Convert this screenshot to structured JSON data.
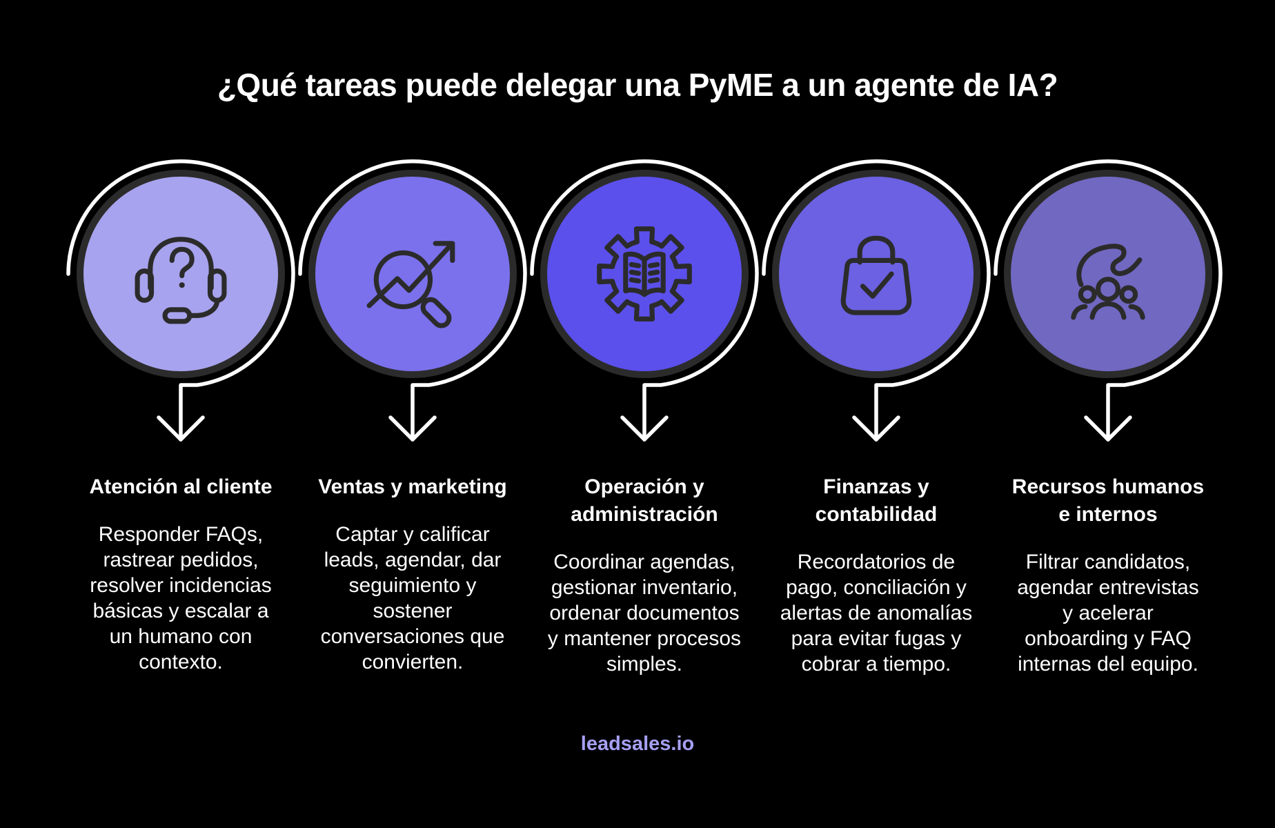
{
  "title": "¿Qué tareas puede delegar una PyME a un agente de IA?",
  "footer": {
    "brand": "leadsales.io"
  },
  "colors": {
    "background": "#000000",
    "title_text": "#ffffff",
    "body_text": "#ffffff",
    "outline_dark": "#2b2b2b",
    "decor_white": "#ffffff",
    "brand_text": "#a6a0f3"
  },
  "columns": [
    {
      "icon": "headset-question-icon",
      "circle_color": "#a8a3ee",
      "heading": "Atención al cliente",
      "description": "Responder FAQs,\nrastrear pedidos,\nresolver incidencias\nbásicas y escalar a\nun humano con\ncontexto."
    },
    {
      "icon": "search-trend-icon",
      "circle_color": "#7b71ec",
      "heading": "Ventas y marketing",
      "description": "Captar y calificar\nleads, agendar, dar\nseguimiento y\nsostener\nconversaciones que\nconvierten."
    },
    {
      "icon": "gear-document-icon",
      "circle_color": "#5b50ec",
      "heading": "Operación y\nadministración",
      "description": "Coordinar agendas,\ngestionar inventario,\nordenar documentos\ny mantener procesos\nsimples."
    },
    {
      "icon": "shopping-bag-check-icon",
      "circle_color": "#6b61e2",
      "heading": "Finanzas y\ncontabilidad",
      "description": "Recordatorios de\npago, conciliación y\nalertas de anomalías\npara evitar fugas y\ncobrar a tiempo."
    },
    {
      "icon": "hand-people-icon",
      "circle_color": "#7068c1",
      "heading": "Recursos humanos\ne internos",
      "description": "Filtrar candidatos,\nagendar entrevistas\ny acelerar\nonboarding y FAQ\ninternas del equipo."
    }
  ]
}
